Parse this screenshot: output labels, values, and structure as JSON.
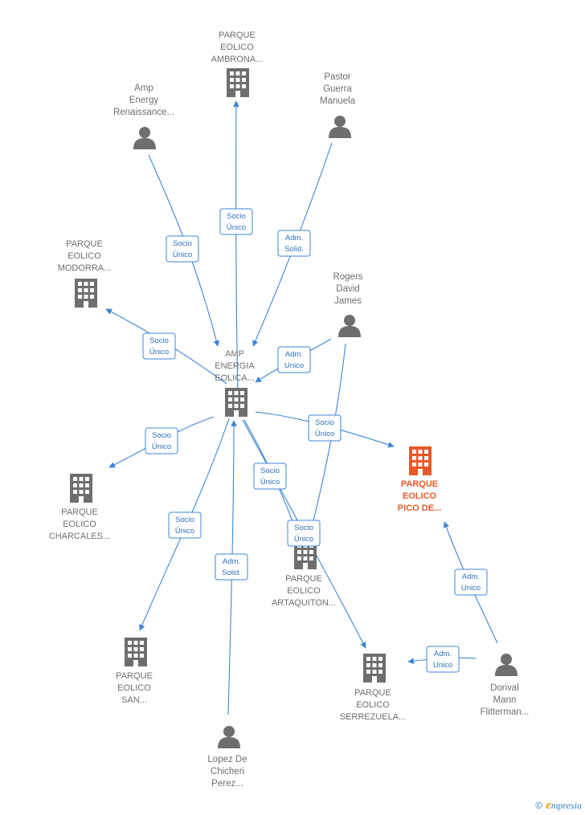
{
  "colors": {
    "edge": "#3d85d8",
    "node": "#6e6e6e",
    "focus": "#e8592a"
  },
  "nodes": [
    {
      "id": "amp",
      "type": "company",
      "lines": [
        "AMP",
        "ENERGIA",
        "EOLICA..."
      ]
    },
    {
      "id": "ambrona",
      "type": "company",
      "lines": [
        "PARQUE",
        "EOLICO",
        "AMBRONA..."
      ]
    },
    {
      "id": "renaissance",
      "type": "person",
      "lines": [
        "Amp",
        "Energy",
        "Renaissance..."
      ]
    },
    {
      "id": "pastor",
      "type": "person",
      "lines": [
        "Pastor",
        "Guerra",
        "Manuela"
      ]
    },
    {
      "id": "modorra",
      "type": "company",
      "lines": [
        "PARQUE",
        "EOLICO",
        "MODORRA..."
      ]
    },
    {
      "id": "rogers",
      "type": "person",
      "lines": [
        "Rogers",
        "David",
        "James"
      ]
    },
    {
      "id": "pico",
      "type": "company",
      "focus": true,
      "lines": [
        "PARQUE",
        "EOLICO",
        "PICO DE..."
      ]
    },
    {
      "id": "charcales",
      "type": "company",
      "lines": [
        "PARQUE",
        "EOLICO",
        "CHARCALES..."
      ]
    },
    {
      "id": "artaquiton",
      "type": "company",
      "lines": [
        "PARQUE",
        "EOLICO",
        "ARTAQUITON..."
      ]
    },
    {
      "id": "san",
      "type": "company",
      "lines": [
        "PARQUE",
        "EOLICO",
        "SAN..."
      ]
    },
    {
      "id": "serrezuela",
      "type": "company",
      "lines": [
        "PARQUE",
        "EOLICO",
        "SERREZUELA..."
      ]
    },
    {
      "id": "dorival",
      "type": "person",
      "lines": [
        "Dorival",
        "Mann",
        "Flitterman..."
      ]
    },
    {
      "id": "lopez",
      "type": "person",
      "lines": [
        "Lopez De",
        "Chicheri",
        "Perez..."
      ]
    }
  ],
  "edges": [
    {
      "from": "amp",
      "to": "ambrona",
      "lines": [
        "Socio",
        "Único"
      ]
    },
    {
      "from": "renaissance",
      "to": "amp",
      "lines": [
        "Socio",
        "Único"
      ]
    },
    {
      "from": "pastor",
      "to": "amp",
      "lines": [
        "Adm.",
        "Solid."
      ]
    },
    {
      "from": "amp",
      "to": "modorra",
      "lines": [
        "Socio",
        "Único"
      ]
    },
    {
      "from": "rogers",
      "to": "amp",
      "lines": [
        "Adm.",
        "Unico"
      ]
    },
    {
      "from": "amp",
      "to": "pico",
      "lines": [
        "Socio",
        "Único"
      ]
    },
    {
      "from": "amp",
      "to": "charcales",
      "lines": [
        "Socio",
        "Único"
      ]
    },
    {
      "from": "amp",
      "to": "artaquiton",
      "lines": [
        "Socio",
        "Único"
      ]
    },
    {
      "from": "amp",
      "to": "san",
      "lines": [
        "Socio",
        "Único"
      ]
    },
    {
      "from": "lopez",
      "to": "amp",
      "lines": [
        "Adm.",
        "Solid."
      ]
    },
    {
      "from": "amp",
      "to": "serrezuela",
      "lines": [
        "Socio",
        "Único"
      ]
    },
    {
      "from": "rogers",
      "to": "artaquiton",
      "lines": [
        "Socio",
        "Único"
      ]
    },
    {
      "from": "dorival",
      "to": "pico",
      "lines": [
        "Adm.",
        "Unico"
      ]
    },
    {
      "from": "dorival",
      "to": "serrezuela",
      "lines": [
        "Adm.",
        "Unico"
      ]
    }
  ],
  "footer": {
    "copyright": "©",
    "brand_first": "e",
    "brand_rest": "mpresia"
  }
}
